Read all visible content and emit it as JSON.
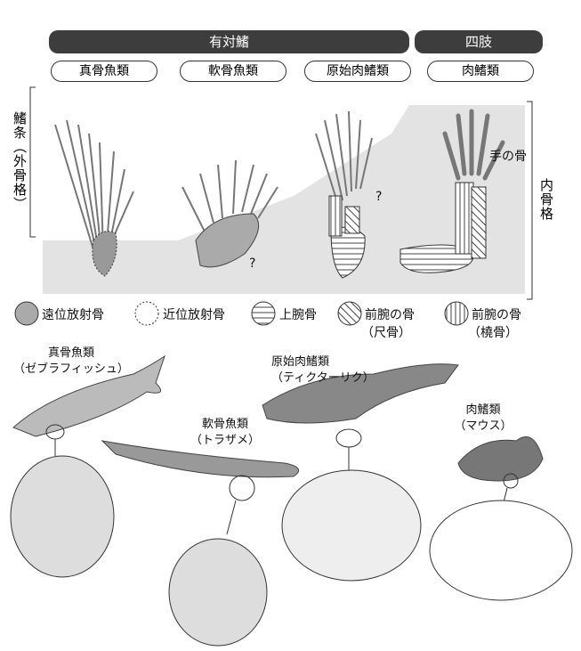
{
  "header": {
    "group_paired_fins": "有対鰭",
    "group_limbs": "四肢",
    "categories": [
      "真骨魚類",
      "軟骨魚類",
      "原始肉鰭類",
      "肉鰭類"
    ]
  },
  "side_labels": {
    "fin_rays": "鰭条（外骨格）",
    "endoskeleton": "内骨格"
  },
  "annotations": {
    "hand_bones": "手の骨",
    "unknown": "?"
  },
  "legend": [
    {
      "label": "遠位放射骨"
    },
    {
      "label": "近位放射骨"
    },
    {
      "label": "上腕骨"
    },
    {
      "label": "前腕の骨",
      "sub": "（尺骨）"
    },
    {
      "label": "前腕の骨",
      "sub": "（橈骨）"
    }
  ],
  "animals": [
    {
      "group": "真骨魚類",
      "name": "（ゼブラフィッシュ）"
    },
    {
      "group": "軟骨魚類",
      "name": "（トラザメ）"
    },
    {
      "group": "原始肉鰭類",
      "name": "（ティクターリク）"
    },
    {
      "group": "肉鰭類",
      "name": "（マウス）"
    }
  ]
}
